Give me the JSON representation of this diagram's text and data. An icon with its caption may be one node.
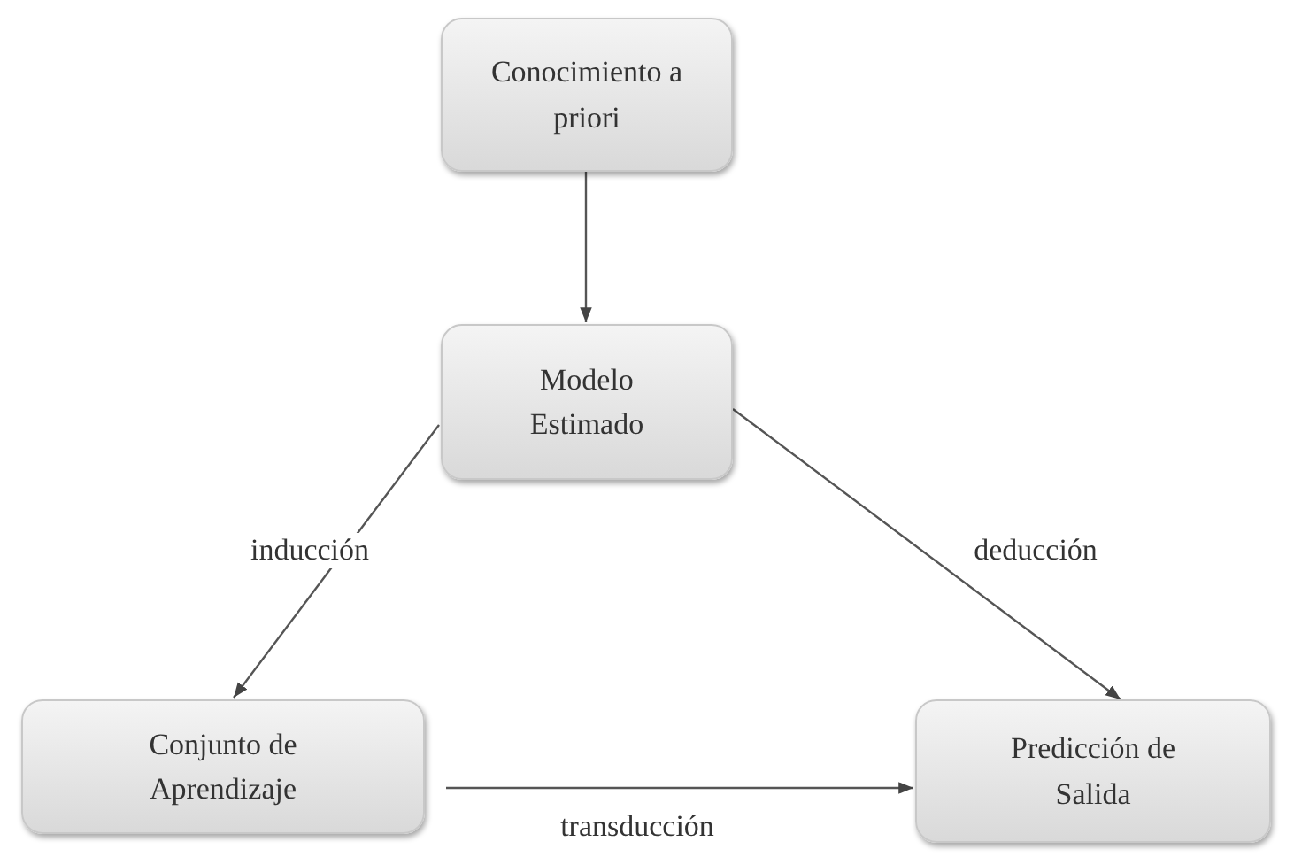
{
  "diagram": {
    "nodes": [
      {
        "text": [
          "Conocimiento a priori"
        ]
      },
      {
        "text": [
          "Modelo Estimado"
        ]
      },
      {
        "text": [
          "Conjunto de Aprendizaje"
        ]
      },
      {
        "text": [
          "Predicción de Salida"
        ]
      }
    ],
    "edges": [
      {
        "from": 0,
        "to": 1,
        "arrow": "to"
      },
      {
        "from": 1,
        "to": 2,
        "arrow": "to",
        "label": "inducción"
      },
      {
        "from": 1,
        "to": 3,
        "arrow": "to",
        "label": "deducción"
      },
      {
        "from": 2,
        "to": 3,
        "arrow": "to",
        "label": "transducción"
      }
    ]
  }
}
